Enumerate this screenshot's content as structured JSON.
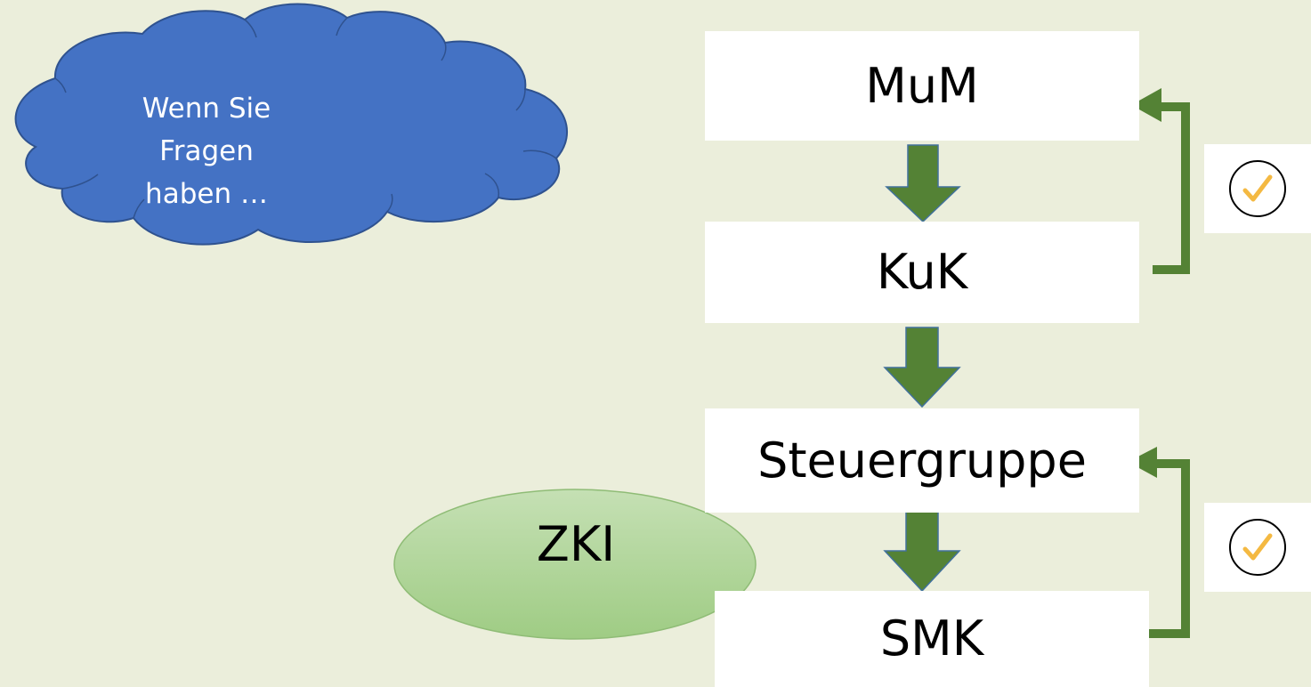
{
  "cloud": {
    "text_line1": "Wenn Sie Fragen",
    "text_line2": "haben …"
  },
  "flow": {
    "boxes": [
      {
        "label": "MuM"
      },
      {
        "label": "KuK"
      },
      {
        "label": "Steuergruppe"
      },
      {
        "label": "SMK"
      }
    ],
    "connections": [
      {
        "from": "MuM",
        "to": "KuK",
        "type": "arrow-down"
      },
      {
        "from": "KuK",
        "to": "Steuergruppe",
        "type": "arrow-down"
      },
      {
        "from": "Steuergruppe",
        "to": "SMK",
        "type": "arrow-down"
      },
      {
        "from": "KuK",
        "to": "MuM",
        "type": "feedback-arrow"
      },
      {
        "from": "SMK",
        "to": "Steuergruppe",
        "type": "feedback-arrow"
      }
    ]
  },
  "ellipse": {
    "label": "ZKI"
  },
  "checks": [
    {
      "icon": "check-circle-icon"
    },
    {
      "icon": "check-circle-icon"
    }
  ],
  "colors": {
    "background": "#ebeedb",
    "box": "#ffffff",
    "arrow_fill": "#548235",
    "arrow_stroke": "#41719c",
    "cloud_fill": "#4472c4",
    "cloud_stroke": "#2f528f",
    "ellipse_fill": "#a9d18e",
    "check_mark": "#f4b942"
  }
}
